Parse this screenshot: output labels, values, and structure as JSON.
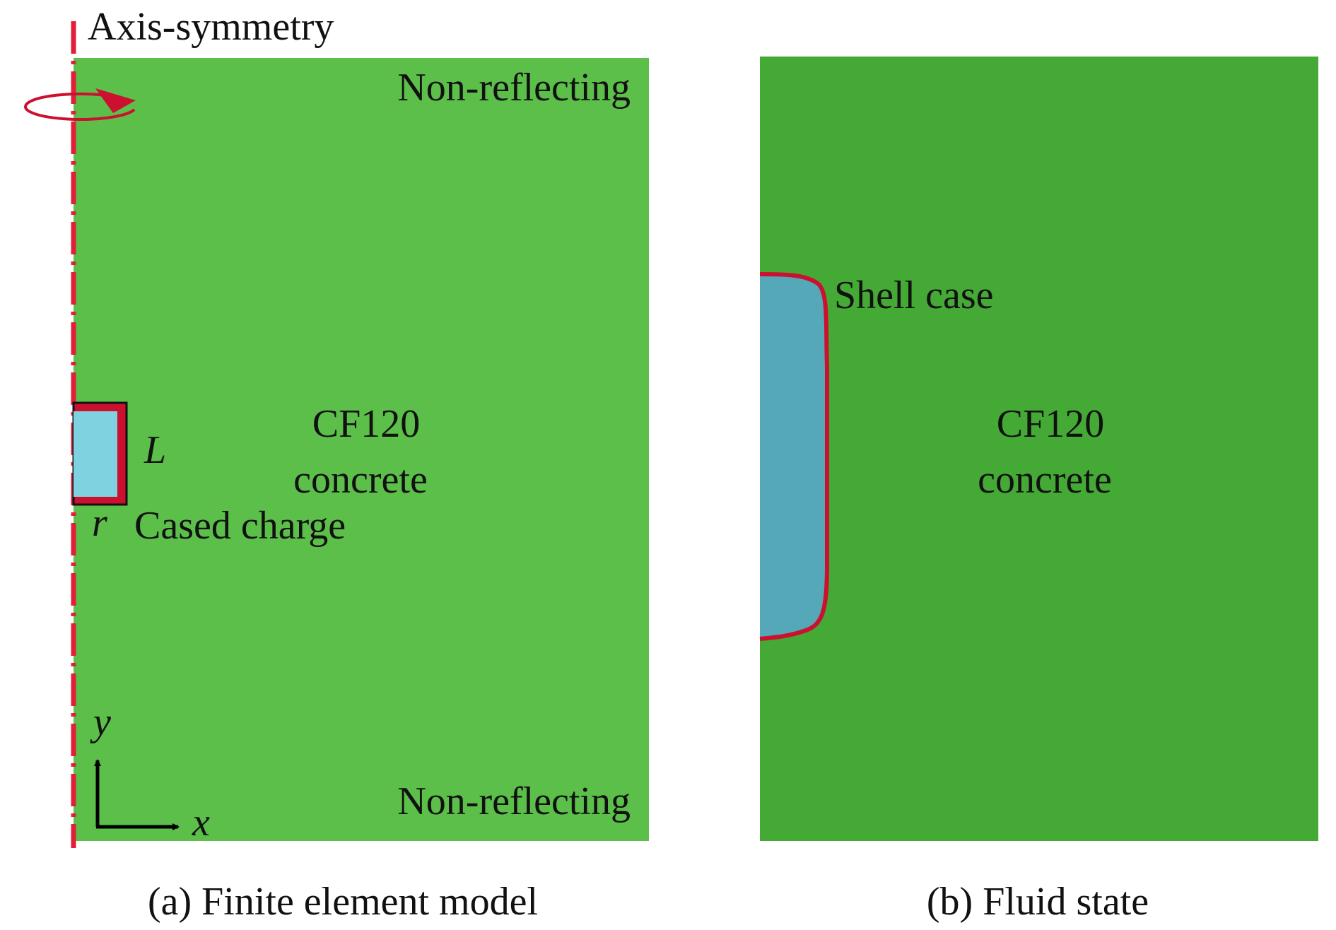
{
  "colors": {
    "panel_a_fill": "#5bbf4a",
    "panel_b_fill": "#45aa35",
    "charge_fill": "#7fd3e0",
    "fluid_charge_fill": "#55a8b8",
    "case_stroke": "#cc1030",
    "axis_red": "#e0203a",
    "arrow_black": "#000000"
  },
  "panel_a": {
    "axis_label": "Axis-symmetry",
    "boundary_top": "Non-reflecting",
    "boundary_bottom": "Non-reflecting",
    "material_line1": "CF120",
    "material_line2": "concrete",
    "charge_length_symbol": "L",
    "charge_radius_symbol": "r",
    "charge_label": "Cased charge",
    "coord_y": "y",
    "coord_x": "x",
    "caption": "(a) Finite element model"
  },
  "panel_b": {
    "shell_label": "Shell case",
    "material_line1": "CF120",
    "material_line2": "concrete",
    "caption": "(b) Fluid state"
  },
  "icons": {
    "rotation": "rotation-arrow-icon",
    "axes": "coordinate-axes-icon"
  }
}
